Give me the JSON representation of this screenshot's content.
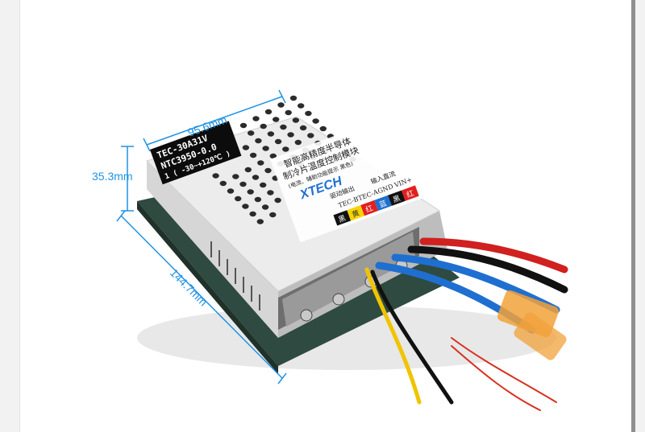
{
  "dimensions": {
    "width": "95.6mm",
    "height": "35.3mm",
    "length": "144.7mm"
  },
  "sticker": {
    "line1": "TEC-30A31V",
    "line2": "NTC3950-0.0",
    "line3": "1 ( -30~+120℃ )"
  },
  "panel": {
    "title_line1": "智能高精度半导体",
    "title_line2": "制冷片温度控制模块",
    "note": "(电流、辅助功能提示 黑色)",
    "brand": "XTECH",
    "headers": [
      "驱动输出",
      "输入直流"
    ],
    "terminal_labels": [
      "TEC-B",
      "TEC-A",
      "GND",
      "VIN+"
    ],
    "color_labels": [
      "黑",
      "黄",
      "红",
      "蓝",
      "黑",
      "红"
    ]
  },
  "colors": {
    "dim_line": "#1f93e6",
    "case": "#e8e8e8",
    "base": "#2f4a40"
  }
}
